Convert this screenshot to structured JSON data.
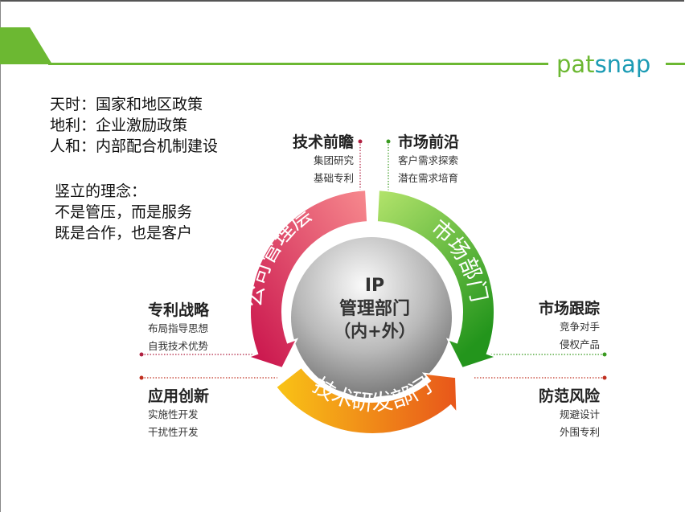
{
  "brand": {
    "logo_part1": "pat",
    "logo_part2": "snap",
    "green": "#6cb832",
    "teal": "#1b9bb4"
  },
  "left_notes": {
    "lines1": [
      "天时：国家和地区政策",
      "地利：企业激励政策",
      "人和：内部配合机制建设"
    ],
    "lines2": [
      "竖立的理念：",
      "不是管压，而是服务",
      "既是合作，也是客户"
    ]
  },
  "center": {
    "line1": "IP",
    "line2": "管理部门",
    "line3": "（内+外）"
  },
  "arcs": {
    "management": "公司管理层",
    "market": "市场部门",
    "rnd": "技术研发部门"
  },
  "callouts": {
    "tech_foresight": {
      "title": "技术前瞻",
      "items": [
        "集团研究",
        "基础专利"
      ]
    },
    "market_frontier": {
      "title": "市场前沿",
      "items": [
        "客户需求探索",
        "潜在需求培育"
      ]
    },
    "patent_strategy": {
      "title": "专利战略",
      "items": [
        "布局指导思想",
        "自我技术优势"
      ]
    },
    "market_tracking": {
      "title": "市场跟踪",
      "items": [
        "竞争对手",
        "侵权产品"
      ]
    },
    "application_innovation": {
      "title": "应用创新",
      "items": [
        "实施性开发",
        "干扰性开发"
      ]
    },
    "risk_prevention": {
      "title": "防范风险",
      "items": [
        "规避设计",
        "外围专利"
      ]
    }
  },
  "colors": {
    "red": "#d8244f",
    "green": "#3aa41f",
    "orange": "#f08a12"
  }
}
